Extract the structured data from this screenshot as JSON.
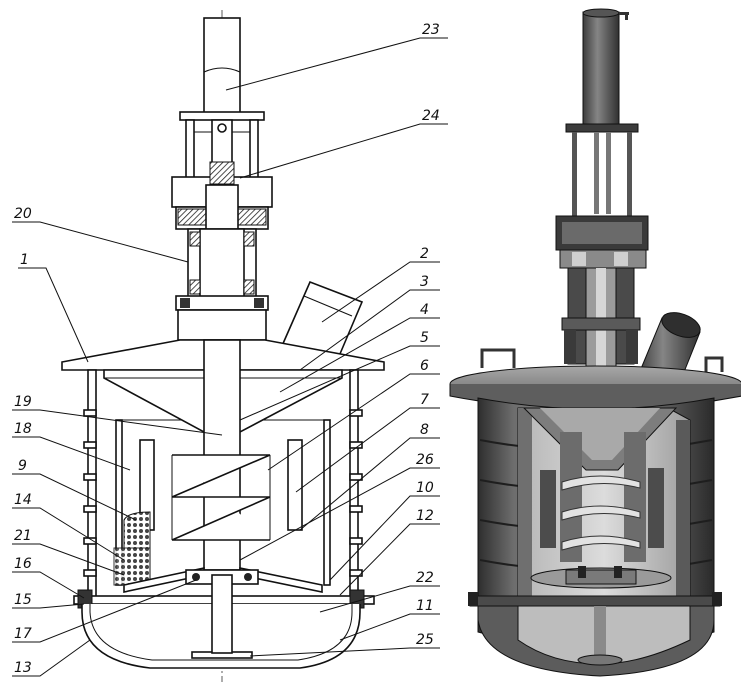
{
  "labels": [
    {
      "id": "l23",
      "text": "23"
    },
    {
      "id": "l24",
      "text": "24"
    },
    {
      "id": "l20",
      "text": "20"
    },
    {
      "id": "l2",
      "text": "2"
    },
    {
      "id": "l1",
      "text": "1"
    },
    {
      "id": "l3",
      "text": "3"
    },
    {
      "id": "l4",
      "text": "4"
    },
    {
      "id": "l5",
      "text": "5"
    },
    {
      "id": "l6",
      "text": "6"
    },
    {
      "id": "l19",
      "text": "19"
    },
    {
      "id": "l7",
      "text": "7"
    },
    {
      "id": "l18",
      "text": "18"
    },
    {
      "id": "l8",
      "text": "8"
    },
    {
      "id": "l26",
      "text": "26"
    },
    {
      "id": "l9",
      "text": "9"
    },
    {
      "id": "l10",
      "text": "10"
    },
    {
      "id": "l14",
      "text": "14"
    },
    {
      "id": "l12",
      "text": "12"
    },
    {
      "id": "l21",
      "text": "21"
    },
    {
      "id": "l16",
      "text": "16"
    },
    {
      "id": "l22",
      "text": "22"
    },
    {
      "id": "l15",
      "text": "15"
    },
    {
      "id": "l11",
      "text": "11"
    },
    {
      "id": "l17",
      "text": "17"
    },
    {
      "id": "l25",
      "text": "25"
    },
    {
      "id": "l13",
      "text": "13"
    }
  ],
  "colors": {
    "line": "#111111",
    "metal_dark": "#3a3a3a",
    "metal_mid": "#8c8c8c",
    "metal_light": "#c9c9c9",
    "mesh": "#555555"
  }
}
